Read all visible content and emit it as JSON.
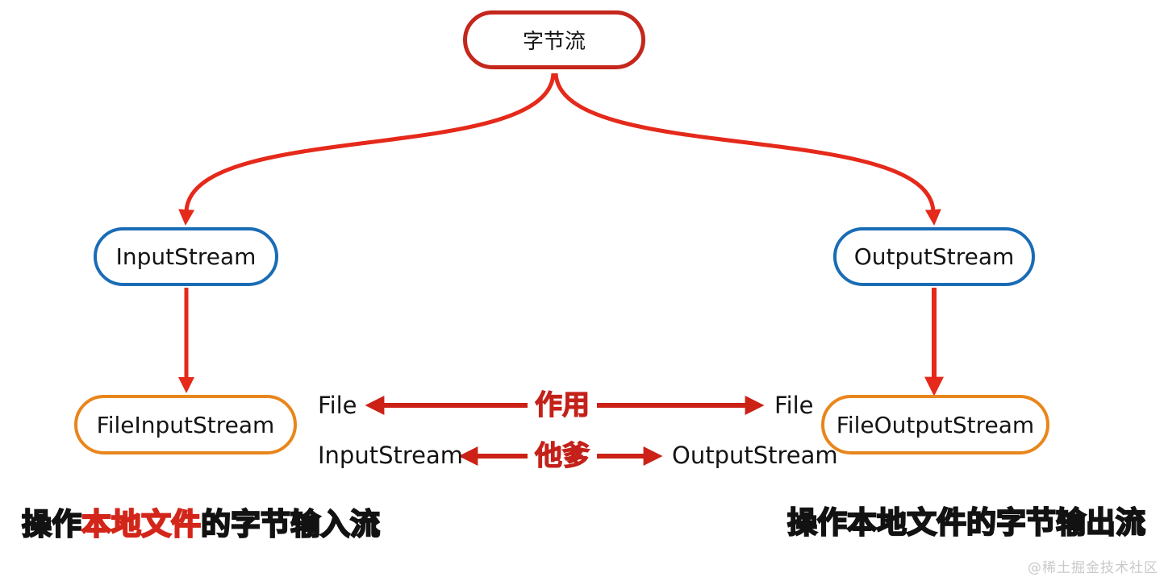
{
  "diagram": {
    "root": {
      "label": "字节流"
    },
    "level2": [
      {
        "label": "InputStream"
      },
      {
        "label": "OutputStream"
      }
    ],
    "level3": [
      {
        "label": "FileInputStream"
      },
      {
        "label": "FileOutputStream"
      }
    ],
    "relations": {
      "row1": {
        "left": "File",
        "center": "作用",
        "right": "File"
      },
      "row2": {
        "left": "InputStream",
        "center": "他爹",
        "right": "OutputStream"
      }
    },
    "captions": {
      "left": {
        "prefix": "操作",
        "highlight": "本地文件",
        "suffix": "的字节输入流"
      },
      "right": "操作本地文件的字节输出流"
    },
    "watermark": "@稀土掘金技术社区"
  },
  "colors": {
    "root_border_red": "#c4271c",
    "arrow_red_bright": "#e5291a",
    "arrow_red_dark": "#cc2117",
    "node_border_blue": "#1a6cb5",
    "node_border_orange": "#e8861c",
    "relation_tag_red": "#c4211a",
    "caption_highlight_red": "#d3261a",
    "caption_black": "#121212",
    "watermark_gray": "#c9c9c9"
  }
}
